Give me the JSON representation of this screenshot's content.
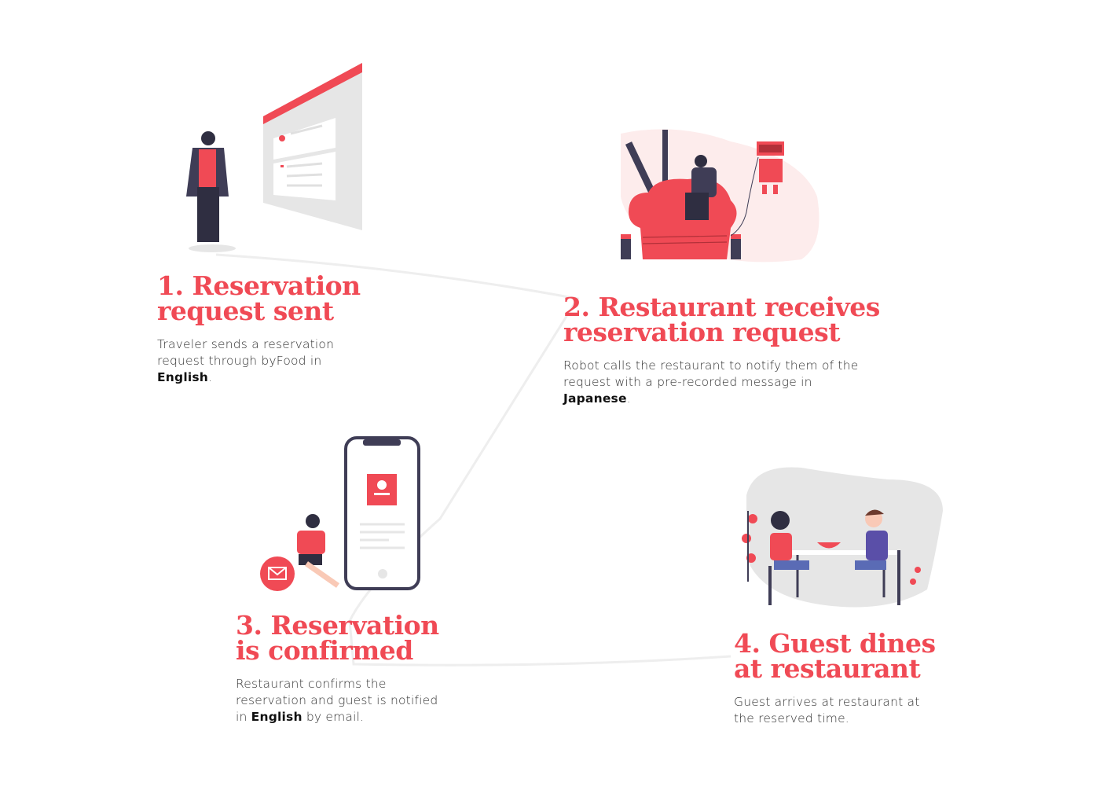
{
  "colors": {
    "accent": "#f04a55",
    "dark": "#3f3d56",
    "text": "#333333",
    "light_gray": "#e6e6e6"
  },
  "steps": [
    {
      "title_line1": "1. Reservation",
      "title_line2": "request sent",
      "desc_before": "Traveler sends a reservation request through byFood in ",
      "desc_bold": "English",
      "desc_after": ".",
      "illustration": "woman-viewing-web-page"
    },
    {
      "title_line1": "2. Restaurant receives",
      "title_line2": "reservation request",
      "desc_before": "Robot calls the restaurant to notify them of the request with a pre-recorded message in ",
      "desc_bold": "Japanese",
      "desc_after": ".",
      "illustration": "man-on-chef-hat-with-robot"
    },
    {
      "title_line1": "3. Reservation",
      "title_line2": "is confirmed",
      "desc_before": "Restaurant confirms the reservation and guest is notified in ",
      "desc_bold": "English",
      "desc_after": " by email.",
      "illustration": "woman-with-phone-and-email"
    },
    {
      "title_line1": "4. Guest dines",
      "title_line2": "at restaurant",
      "desc_before": "Guest arrives at restaurant at the reserved time.",
      "desc_bold": "",
      "desc_after": "",
      "illustration": "couple-dining"
    }
  ]
}
